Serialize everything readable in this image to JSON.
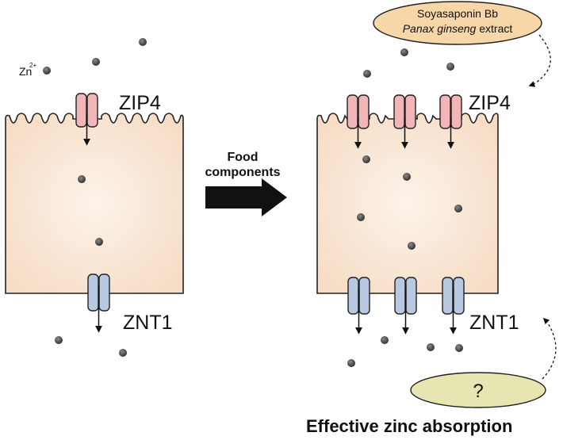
{
  "ion_label": {
    "base": "Zn",
    "charge": "2+"
  },
  "left_cell": {
    "importer_label": "ZIP4",
    "exporter_label": "ZNT1"
  },
  "right_cell": {
    "importer_label": "ZIP4",
    "exporter_label": "ZNT1"
  },
  "arrow_label": {
    "line1": "Food",
    "line2": "components"
  },
  "enhancer_oval": {
    "line1": "Soyasaponin Bb",
    "line2_italic": "Panax ginseng",
    "line2_suffix": " extract"
  },
  "unknown_oval": {
    "label": "?"
  },
  "caption": "Effective zinc absorption",
  "colors": {
    "cell_fill": "#f7dfc9",
    "cell_center": "#fbf1e7",
    "zip4": "#f2b6b8",
    "znt1": "#b6c9e0",
    "enhancer_oval": "#f7d6a8",
    "unknown_oval": "#e7e6b2",
    "zinc_dot": "#3a3a3a"
  }
}
